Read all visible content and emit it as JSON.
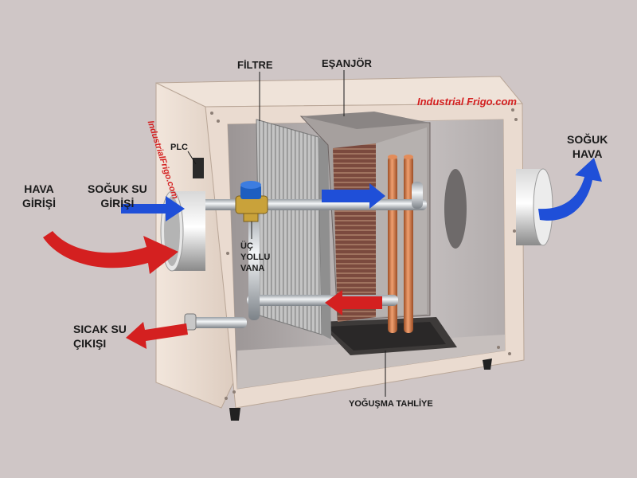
{
  "brand": "Industrial Frigo.com",
  "brand_side": "IndustrialFrigo.com",
  "labels": {
    "filter": "FİLTRE",
    "exchanger": "EŞANJÖR",
    "plc": "PLC",
    "air_inlet": [
      "HAVA",
      "GİRİŞİ"
    ],
    "cold_water_inlet": [
      "SOĞUK SU",
      "GİRİŞİ"
    ],
    "three_way_valve": [
      "ÜÇ",
      "YOLLU",
      "VANA"
    ],
    "cold_air": [
      "SOĞUK",
      "HAVA"
    ],
    "hot_water_outlet": [
      "SICAK SU",
      "ÇIKIŞI"
    ],
    "condensate_drain": "YOĞUŞMA TAHLİYE"
  },
  "colors": {
    "background": "#cfc6c6",
    "cabinet": "#ead9ce",
    "hot_arrow": "#d42020",
    "cold_arrow": "#1f4fd8",
    "copper": "#c8703c"
  }
}
